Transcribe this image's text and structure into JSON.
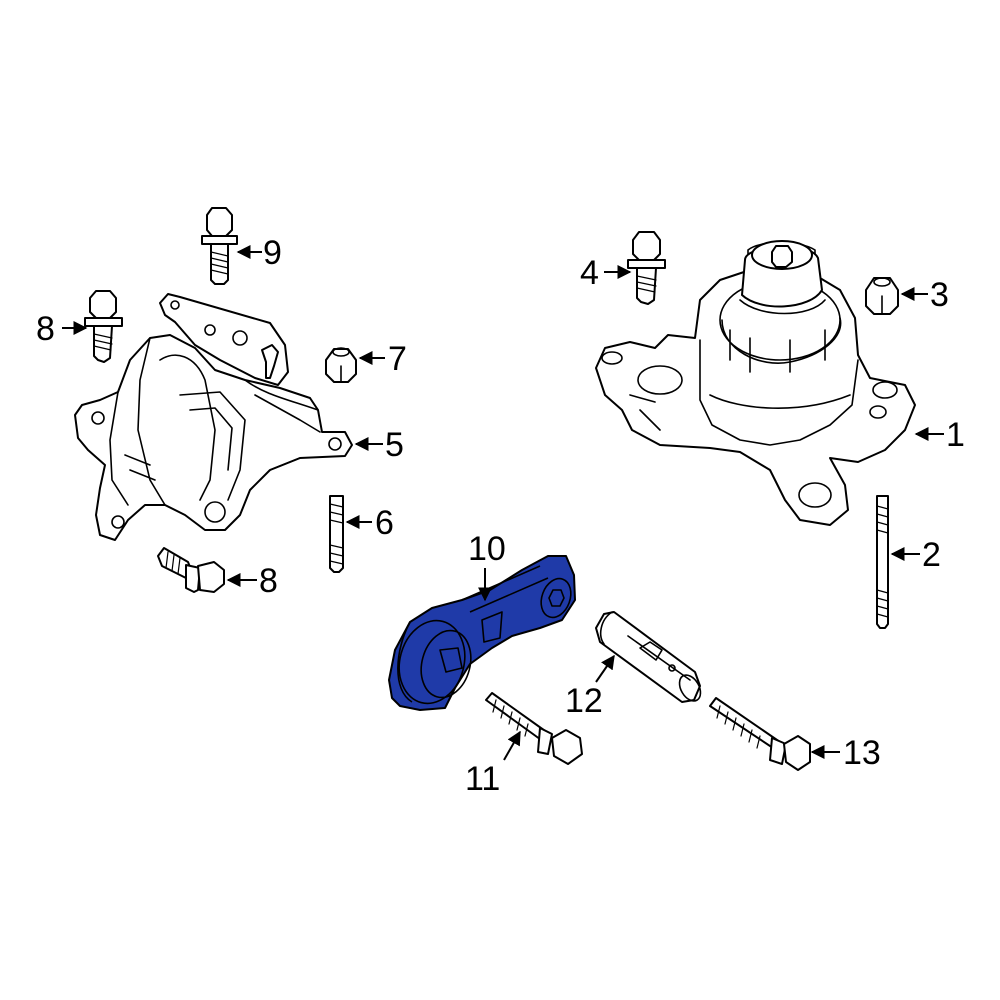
{
  "diagram": {
    "highlight_color": "#1f3aa8",
    "callouts": [
      {
        "id": "c1",
        "text": "1"
      },
      {
        "id": "c2",
        "text": "2"
      },
      {
        "id": "c3",
        "text": "3"
      },
      {
        "id": "c4",
        "text": "4"
      },
      {
        "id": "c5",
        "text": "5"
      },
      {
        "id": "c6",
        "text": "6"
      },
      {
        "id": "c7",
        "text": "7"
      },
      {
        "id": "c8a",
        "text": "8"
      },
      {
        "id": "c8b",
        "text": "8"
      },
      {
        "id": "c9",
        "text": "9"
      },
      {
        "id": "c10",
        "text": "10"
      },
      {
        "id": "c11",
        "text": "11"
      },
      {
        "id": "c12",
        "text": "12"
      },
      {
        "id": "c13",
        "text": "13"
      }
    ]
  }
}
